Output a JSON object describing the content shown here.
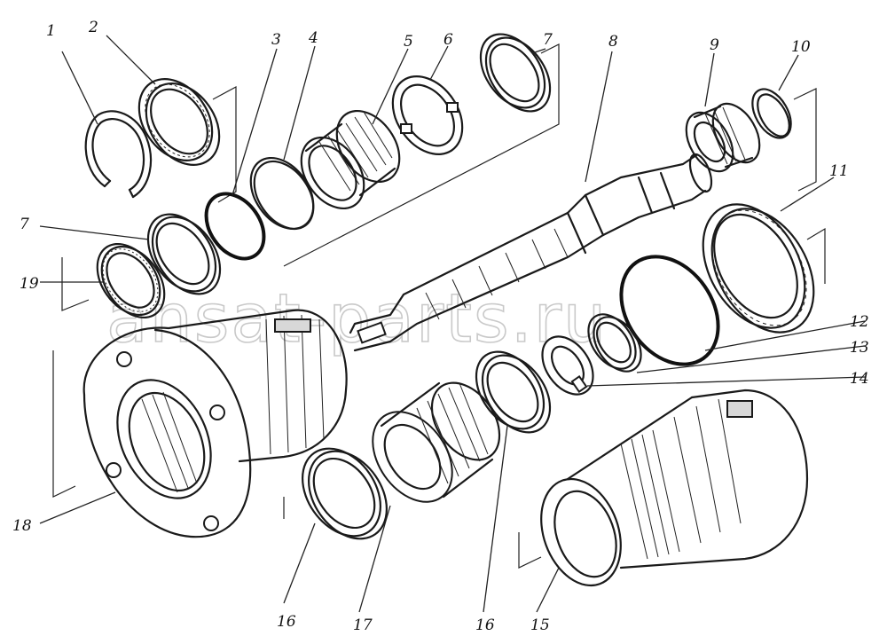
{
  "watermark": "ansat-parts.ru",
  "callouts": [
    {
      "label": "1"
    },
    {
      "label": "2"
    },
    {
      "label": "3"
    },
    {
      "label": "4"
    },
    {
      "label": "5"
    },
    {
      "label": "6"
    },
    {
      "label": "7"
    },
    {
      "label": "8"
    },
    {
      "label": "9"
    },
    {
      "label": "10"
    },
    {
      "label": "11"
    },
    {
      "label": "7"
    },
    {
      "label": "19"
    },
    {
      "label": "12"
    },
    {
      "label": "13"
    },
    {
      "label": "14"
    },
    {
      "label": "18"
    },
    {
      "label": "16"
    },
    {
      "label": "17"
    },
    {
      "label": "16"
    },
    {
      "label": "15"
    }
  ]
}
